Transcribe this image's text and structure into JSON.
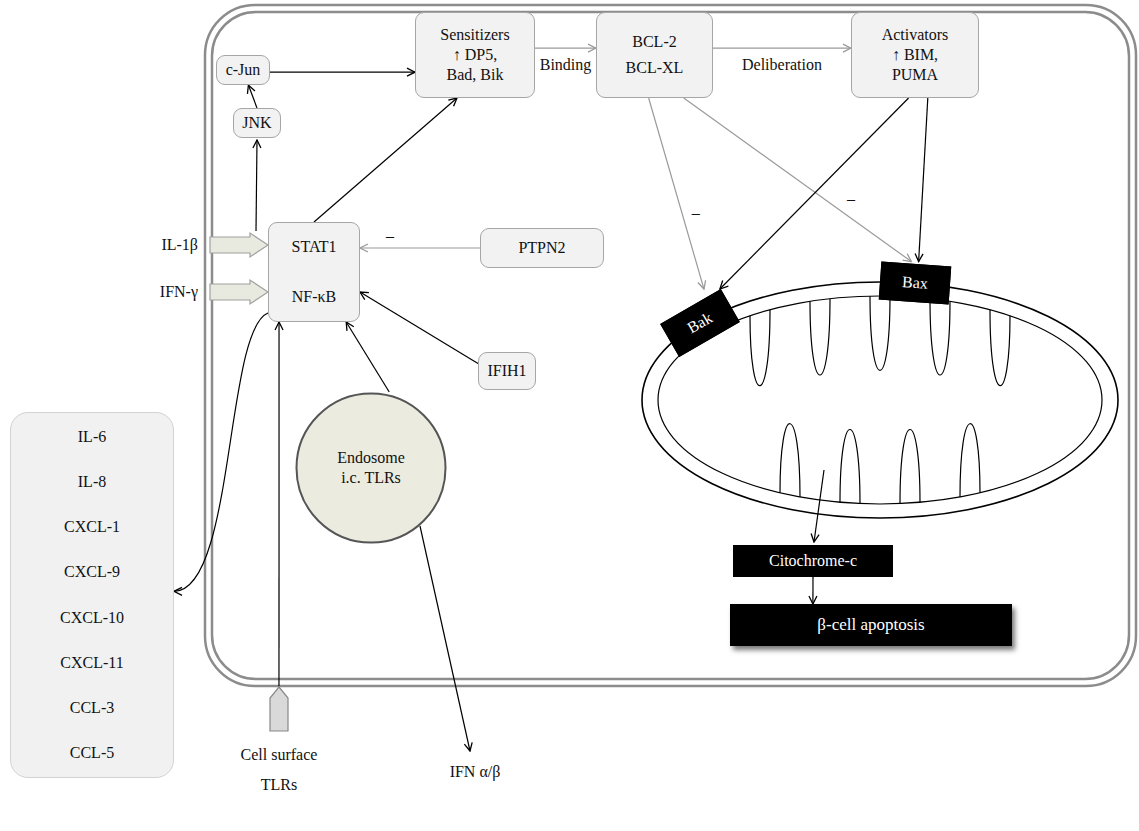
{
  "diagram": {
    "nodes": [
      {
        "text": [
          "c-Jun"
        ]
      },
      {
        "text": [
          "JNK"
        ]
      },
      {
        "text": [
          "Sensitizers",
          "↑ DP5, Bad, Bik"
        ]
      },
      {
        "text": [
          "BCL-2",
          "BCL-XL"
        ]
      },
      {
        "text": [
          "Activators",
          "↑ BIM, PUMA"
        ]
      },
      {
        "text": [
          "STAT1",
          "NF-κB"
        ]
      },
      {
        "text": [
          "PTPN2"
        ]
      },
      {
        "text": [
          "IFIH1"
        ]
      },
      {
        "text": [
          "Endosome",
          "i.c. TLRs"
        ]
      },
      {
        "text": [
          "Bak"
        ]
      },
      {
        "text": [
          "Bax"
        ]
      },
      {
        "text": [
          "Citochrome-c"
        ]
      },
      {
        "text": [
          "β-cell apoptosis"
        ]
      },
      {
        "text": [
          "IL-6",
          "IL-8",
          "CXCL-1",
          "CXCL-9",
          "CXCL-10",
          "CXCL-11",
          "CCL-3",
          "CCL-5"
        ]
      },
      {
        "text": [
          "Cell surface TLRs"
        ]
      }
    ],
    "edges": [
      {
        "from": 1,
        "to": 0,
        "arrow": "to"
      },
      {
        "from": 0,
        "to": 2,
        "arrow": "to"
      },
      {
        "from": 5,
        "to": 2,
        "arrow": "to"
      },
      {
        "from": 2,
        "to": 3,
        "label": "Binding",
        "arrow": "to"
      },
      {
        "from": 3,
        "to": 4,
        "label": "Deliberation",
        "arrow": "to"
      },
      {
        "from": 6,
        "to": 5,
        "label": "–",
        "arrow": "to"
      },
      {
        "from": 7,
        "to": 5,
        "arrow": "to"
      },
      {
        "from": 8,
        "to": 5,
        "arrow": "to"
      },
      {
        "from": 14,
        "to": 5,
        "arrow": "to"
      },
      {
        "from": 5,
        "to": 13,
        "arrow": "to"
      },
      {
        "from": 3,
        "to": 9,
        "label": "–",
        "arrow": "to"
      },
      {
        "from": 3,
        "to": 10,
        "label": "–",
        "arrow": "to"
      },
      {
        "from": 4,
        "to": 9,
        "arrow": "to"
      },
      {
        "from": 4,
        "to": 10,
        "arrow": "to"
      },
      {
        "from": 11,
        "to": 12,
        "arrow": "to"
      }
    ],
    "labels": [
      "IL-1β",
      "IFN-γ",
      "IFN α/β"
    ]
  }
}
